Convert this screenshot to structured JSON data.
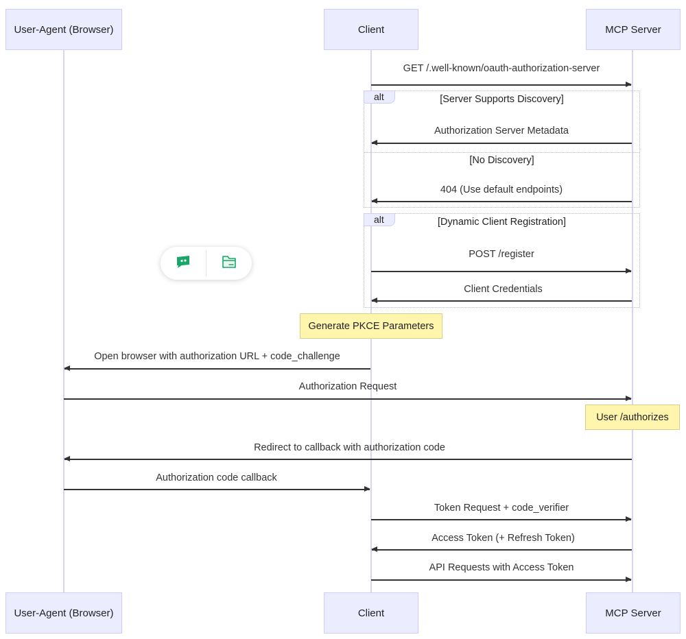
{
  "participants": {
    "user_agent": "User-Agent (Browser)",
    "client": "Client",
    "server": "MCP Server"
  },
  "messages": {
    "m1": "GET /.well-known/oauth-authorization-server",
    "m2": "Authorization Server Metadata",
    "m3": "404 (Use default endpoints)",
    "m4": "POST /register",
    "m5": "Client Credentials",
    "m6": "Open browser with authorization URL + code_challenge",
    "m7": "Authorization Request",
    "m8": "Redirect to callback with authorization code",
    "m9": "Authorization code callback",
    "m10": "Token Request + code_verifier",
    "m11": "Access Token (+ Refresh Token)",
    "m12": "API Requests with Access Token"
  },
  "frames": {
    "alt1": {
      "tag": "alt",
      "condition": "[Server Supports Discovery]",
      "else_condition": "[No Discovery]"
    },
    "alt2": {
      "tag": "alt",
      "condition": "[Dynamic Client Registration]"
    }
  },
  "notes": {
    "pkce": "Generate PKCE Parameters",
    "authorizes": "User /authorizes"
  },
  "toolbar": {
    "icons": [
      "comment-icon",
      "folder-icon"
    ],
    "colors": {
      "accent": "#1aa667"
    }
  },
  "colors": {
    "actor_fill": "#ececff",
    "actor_border": "#ccccff",
    "note_fill": "#fff5ad",
    "lifeline": "#d9d4f0"
  }
}
